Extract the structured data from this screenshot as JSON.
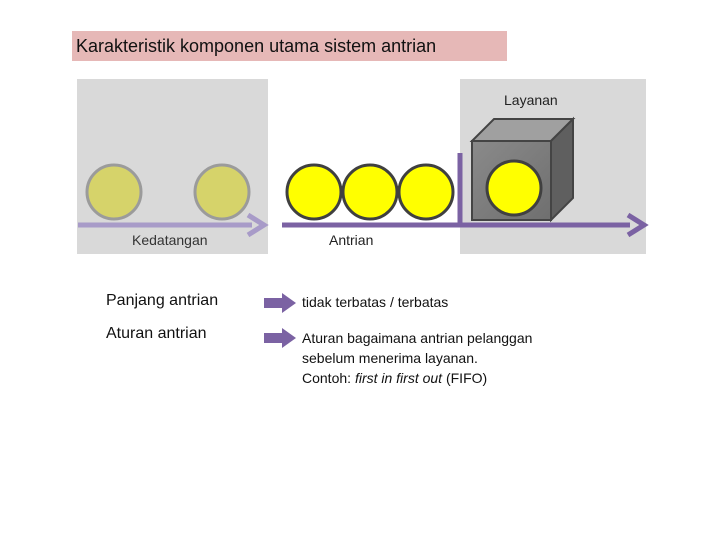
{
  "title": "Karakteristik komponen utama sistem antrian",
  "diagram": {
    "label_service": "Layanan",
    "label_arrivals": "Kedatangan",
    "label_queue": "Antrian"
  },
  "characteristics": [
    {
      "name": "Panjang antrian",
      "description_lines": [
        "tidak terbatas / terbatas"
      ]
    },
    {
      "name": "Aturan antrian",
      "description_lines": [
        "Aturan bagaimana antrian pelanggan",
        "sebelum menerima layanan."
      ],
      "example_prefix": "Contoh: ",
      "example_italic": "first in first out",
      "example_suffix": " (FIFO)"
    }
  ],
  "colors": {
    "title_bg": "#e6b8b7",
    "panel": "#d9d9d9",
    "arrival_circle": "#d6d36a",
    "queue_circle": "#ffff00",
    "arrow_light": "#a89bc8",
    "arrow_dark": "#7b62a3",
    "server_box": "#7f7f7f"
  }
}
